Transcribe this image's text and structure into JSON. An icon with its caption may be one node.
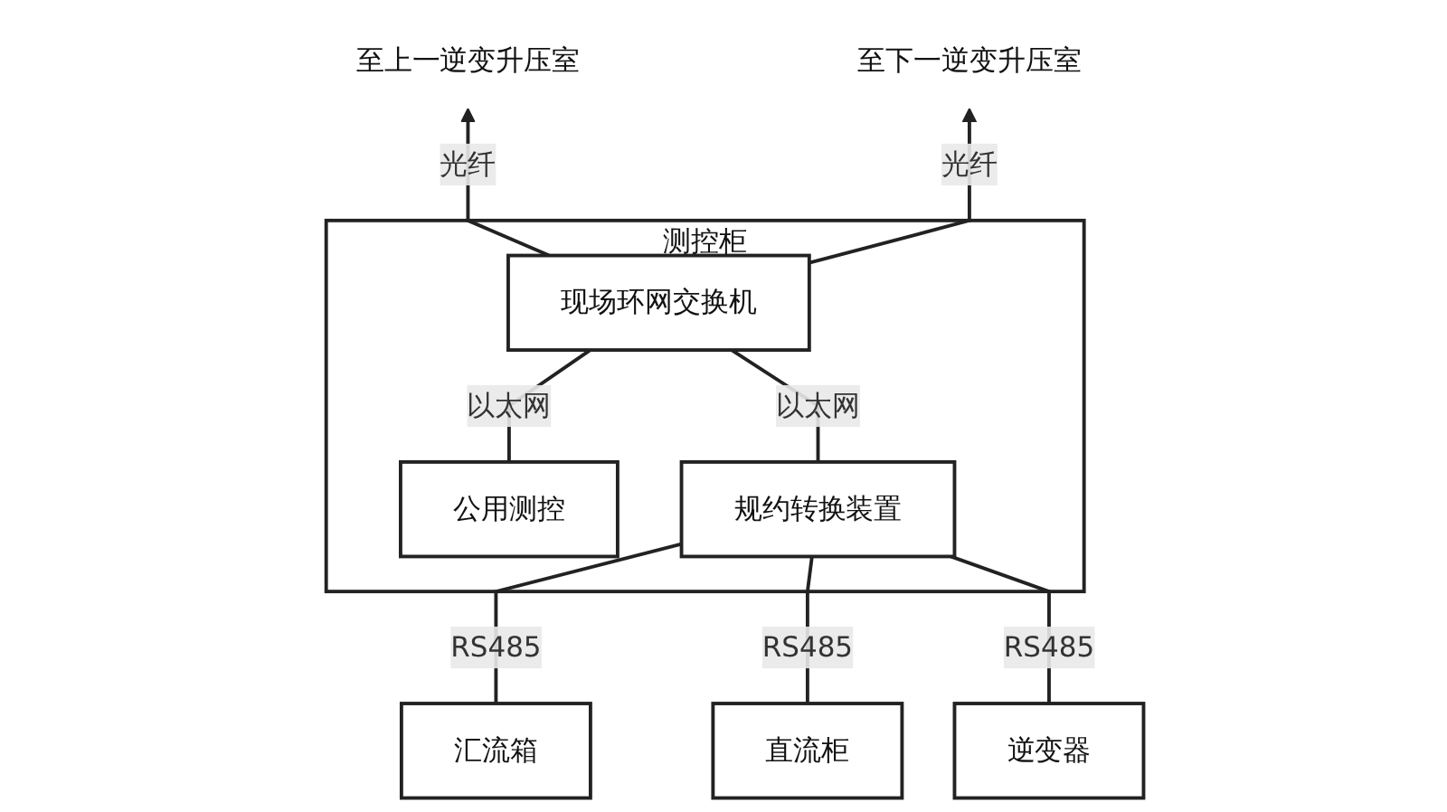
{
  "diagram": {
    "nodes": [
      {
        "text": [
          "至上一逆变升压室"
        ]
      },
      {
        "text": [
          "至下一逆变升压室"
        ]
      },
      {
        "text": [
          "测控柜"
        ]
      },
      {
        "text": [
          "现场环网交换机"
        ],
        "in": 2
      },
      {
        "text": [
          "公用测控"
        ],
        "in": 2
      },
      {
        "text": [
          "规约转换装置"
        ],
        "in": 2
      },
      {
        "text": [
          "汇流箱"
        ]
      },
      {
        "text": [
          "直流柜"
        ]
      },
      {
        "text": [
          "逆变器"
        ]
      }
    ],
    "edges": [
      {
        "from": 3,
        "to": 0,
        "arrow": "to",
        "label": "光纤"
      },
      {
        "from": 3,
        "to": 1,
        "arrow": "to",
        "label": "光纤"
      },
      {
        "from": 4,
        "to": 3,
        "arrow": "none",
        "label": "以太网"
      },
      {
        "from": 5,
        "to": 3,
        "arrow": "none",
        "label": "以太网"
      },
      {
        "from": 6,
        "to": 5,
        "arrow": "none",
        "label": "RS485"
      },
      {
        "from": 7,
        "to": 5,
        "arrow": "none",
        "label": "RS485"
      },
      {
        "from": 8,
        "to": 5,
        "arrow": "none",
        "label": "RS485"
      }
    ]
  }
}
